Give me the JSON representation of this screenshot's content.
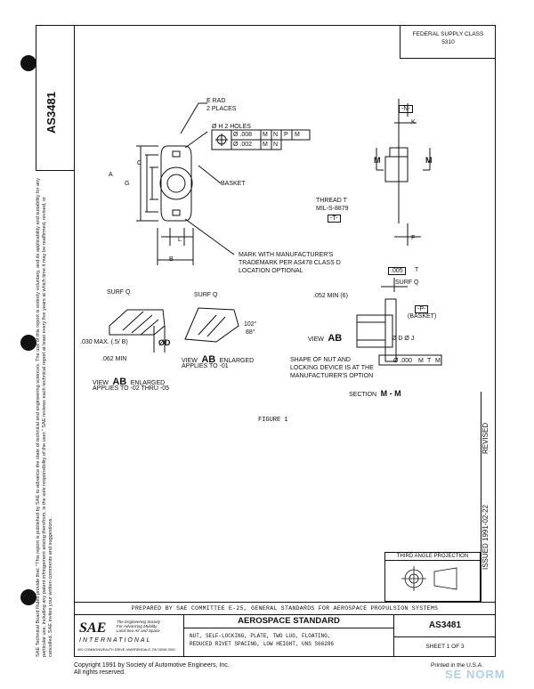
{
  "header": {
    "doc_id": "AS3481",
    "federal_supply_label": "FEDERAL SUPPLY CLASS",
    "federal_supply_value": "5310"
  },
  "legal_text": "SAE Technical Board Rules provide that: \"This report is published by SAE to advance the state of technical and engineering sciences. The use of this report is entirely voluntary, and its applicability and suitability for any particular use, including any patent infringement arising therefrom, is the sole responsibility of the user.\" SAE reviews each technical report at least every five years at which time it may be reaffirmed, revised, or cancelled. SAE invites your written comments and suggestions.",
  "drawing": {
    "e_rad": "E RAD",
    "places": "2 PLACES",
    "holes": "Ø H  2 HOLES",
    "fc1_tol": "Ø .008",
    "fc1_m1": "M",
    "fc1_n": "N",
    "fc1_p": "P",
    "fc1_m2": "M",
    "fc2_tol": "Ø .002",
    "fc2_m": "M",
    "fc2_n": "N",
    "basket": "BASKET",
    "dim_a": "A",
    "dim_c": "C",
    "dim_g": "G",
    "dim_l": "L",
    "dim_b": "B",
    "mark_text_1": "MARK WITH MANUFACTURER'S",
    "mark_text_2": "TRADEMARK PER AS478 CLASS D",
    "mark_text_3": "LOCATION OPTIONAL",
    "datum_n": "-N-",
    "dim_k": "K",
    "m_left": "M",
    "m_right": "M",
    "thread_1": "THREAD T",
    "thread_2": "MIL-S-8879",
    "datum_t": "-T-",
    "dim_f": "F",
    "surf_q_1": "SURF Q",
    "max_030": ".030 MAX. (.5/ B)",
    "dim_d": "ØD",
    "min_062": ".062 MIN",
    "view_ab_label": "VIEW",
    "view_ab": "AB",
    "view_ab_enlarged": "ENLARGED",
    "applies_02": "APPLIES TO -02 THRU -05",
    "surf_q_2": "SURF Q",
    "angle_top": "102°",
    "angle_bot": "88°",
    "view_ab2_label": "VIEW",
    "view_ab2": "AB",
    "view_ab2_enlarged": "ENLARGED",
    "applies_01": "APPLIES TO -01",
    "flat_005": ".005",
    "flat_t": "T",
    "surf_q_3": "SURF Q",
    "min_052": ".052 MIN (6)",
    "datum_p": "-P-",
    "basket_paren": "(BASKET)",
    "view_ab3_label": "VIEW",
    "view_ab3": "AB",
    "dia_dj": "Ø D  Ø J",
    "fc3_tol": "Ø .000",
    "fc3_m": "M",
    "fc3_t": "T",
    "fc3_m2": "M",
    "shape_1": "SHAPE OF NUT AND",
    "shape_2": "LOCKING DEVICE IS AT THE",
    "shape_3": "MANUFACTURER'S OPTION",
    "section_label": "SECTION",
    "section_value": "M - M",
    "figure": "FIGURE 1"
  },
  "right_column": {
    "revised": "REVISED",
    "issued_label": "ISSUED",
    "issued_date": "1991-02-22"
  },
  "third_angle": "THIRD ANGLE PROJECTION",
  "prepared_by": "PREPARED BY SAE COMMITTEE E-25, GENERAL STANDARDS FOR AEROSPACE PROPULSION SYSTEMS",
  "title_block": {
    "sae_logo": "SAE",
    "sae_tag1": "The Engineering Society",
    "sae_tag2": "For Advancing Mobility",
    "sae_tag3": "Land Sea Air and Space",
    "international": "INTERNATIONAL",
    "sae_address": "400 COMMONWEALTH DRIVE, WARRENDALE, PA 15096-0001",
    "standard": "AEROSPACE STANDARD",
    "desc_1": "NUT, SELF-LOCKING, PLATE, TWO LUG, FLOATING,",
    "desc_2": "REDUCED RIVET SPACING, LOW HEIGHT, UNS S66286",
    "doc_no": "AS3481",
    "sheet": "SHEET 1 OF 3"
  },
  "footer": {
    "copyright_1": "Copyright 1991 by Society of Automotive Engineers, Inc.",
    "copyright_2": "All rights reserved.",
    "printed": "Printed in the U.S.A.",
    "watermark": "SE NORM"
  }
}
